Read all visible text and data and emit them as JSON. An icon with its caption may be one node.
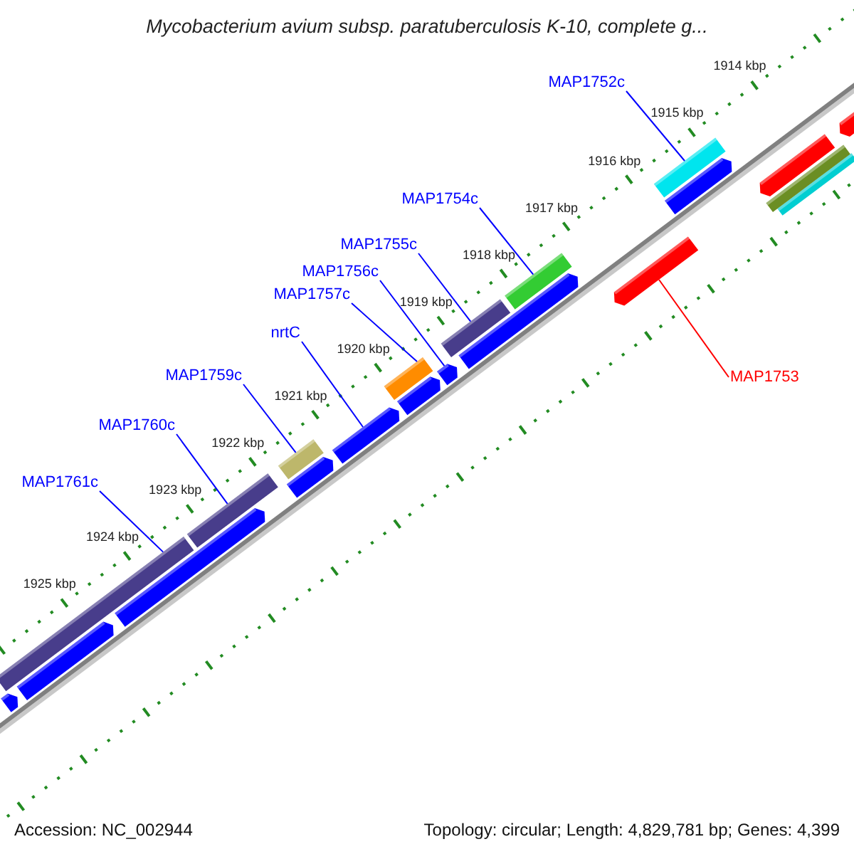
{
  "diagram": {
    "title": "Mycobacterium avium subsp. paratuberculosis K-10, complete g...",
    "nodes": [
      {
        "text": [
          "MAP1752c"
        ]
      },
      {
        "text": [
          "MAP1754c"
        ]
      },
      {
        "text": [
          "MAP1755c"
        ]
      },
      {
        "text": [
          "MAP1756c"
        ]
      },
      {
        "text": [
          "MAP1757c"
        ]
      },
      {
        "text": [
          "nrtC"
        ]
      },
      {
        "text": [
          "MAP1759c"
        ]
      },
      {
        "text": [
          "MAP1760c"
        ]
      },
      {
        "text": [
          "MAP1761c"
        ]
      },
      {
        "text": [
          "MAP1753"
        ]
      },
      {
        "text": [],
        "shape": "bar"
      },
      {
        "text": [],
        "shape": "bar"
      },
      {
        "text": [],
        "shape": "bar"
      },
      {
        "text": [],
        "shape": "bar"
      },
      {
        "text": [],
        "shape": "bar"
      },
      {
        "text": [],
        "shape": "bar"
      },
      {
        "text": [],
        "shape": "bar"
      },
      {
        "text": [],
        "shape": "bar"
      },
      {
        "text": [],
        "shape": "bar"
      },
      {
        "text": [],
        "shape": "bar"
      },
      {
        "text": [],
        "shape": "bar"
      },
      {
        "text": [],
        "shape": "bar"
      },
      {
        "text": [],
        "shape": "bar"
      },
      {
        "text": [],
        "shape": "bar"
      },
      {
        "text": [],
        "shape": "bar"
      },
      {
        "text": [],
        "shape": "bar"
      },
      {
        "text": [],
        "shape": "bar"
      },
      {
        "text": [],
        "shape": "bar"
      },
      {
        "text": [],
        "shape": "bar"
      },
      {
        "text": [],
        "shape": "bar"
      },
      {
        "text": [],
        "shape": "bar"
      }
    ],
    "edges": [
      {
        "from": 0,
        "to": 10,
        "arrow": "none"
      },
      {
        "from": 1,
        "to": 11,
        "arrow": "none"
      },
      {
        "from": 2,
        "to": 12,
        "arrow": "none"
      },
      {
        "from": 3,
        "to": 13,
        "arrow": "none"
      },
      {
        "from": 4,
        "to": 14,
        "arrow": "none"
      },
      {
        "from": 5,
        "to": 15,
        "arrow": "none"
      },
      {
        "from": 6,
        "to": 16,
        "arrow": "none"
      },
      {
        "from": 7,
        "to": 17,
        "arrow": "none"
      },
      {
        "from": 8,
        "to": 18,
        "arrow": "none"
      },
      {
        "from": 9,
        "to": 19,
        "arrow": "none",
        "color": "#ff0000"
      }
    ],
    "labels": [
      "1914 kbp",
      "1915 kbp",
      "1916 kbp",
      "1917 kbp",
      "1918 kbp",
      "1919 kbp",
      "1920 kbp",
      "1921 kbp",
      "1922 kbp",
      "1923 kbp",
      "1924 kbp",
      "1925 kbp",
      "Accession: NC_002944",
      "Topology: circular; Length: 4,829,781 bp; Genes: 4,399"
    ]
  }
}
